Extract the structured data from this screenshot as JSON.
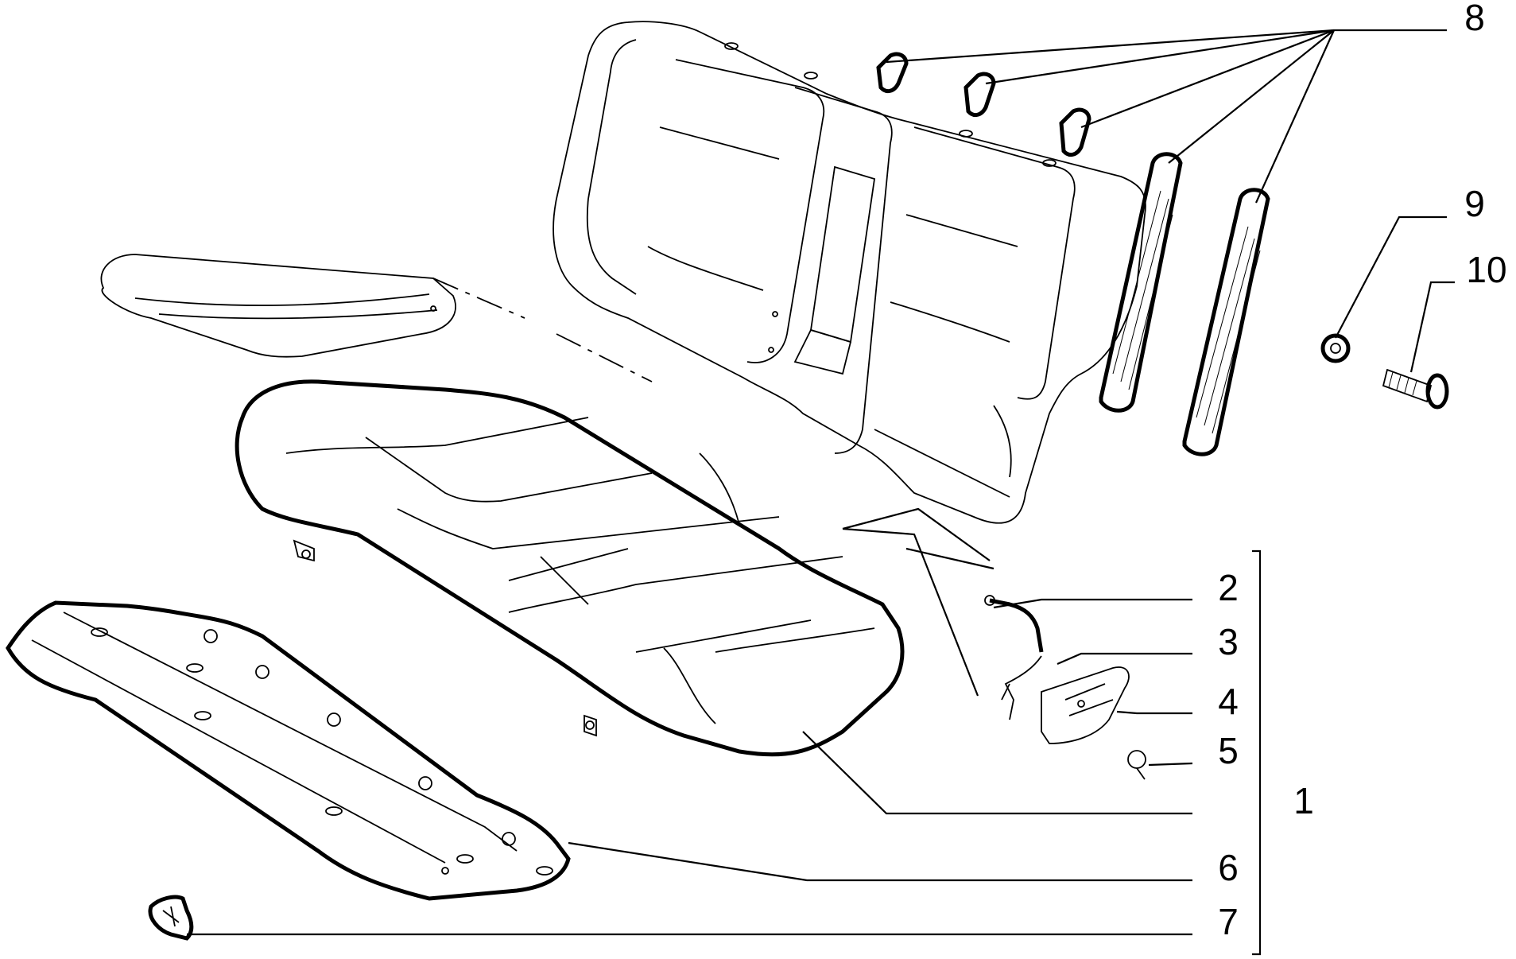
{
  "diagram": {
    "type": "exploded-parts-view",
    "callouts": [
      "1",
      "2",
      "3",
      "4",
      "5",
      "6",
      "7",
      "8",
      "9",
      "10"
    ]
  }
}
